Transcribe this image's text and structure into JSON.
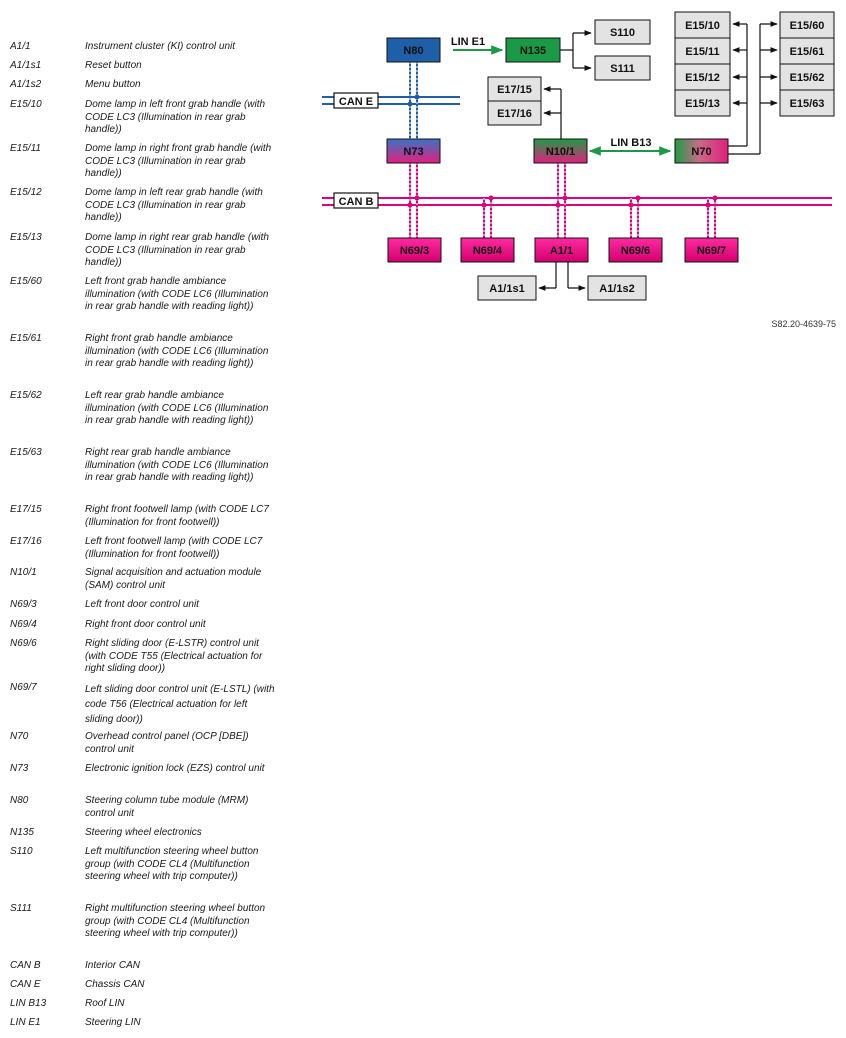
{
  "legend": [
    {
      "code": "A1/1",
      "desc": "Instrument cluster (KI) control unit"
    },
    {
      "code": "A1/1s1",
      "desc": "Reset button"
    },
    {
      "code": "A1/1s2",
      "desc": "Menu button"
    },
    {
      "code": "E15/10",
      "desc": "Dome lamp in left front grab handle (with CODE LC3 (Illumination in rear grab handle))"
    },
    {
      "code": "E15/11",
      "desc": "Dome lamp in right front grab handle (with CODE LC3 (Illumination in rear grab handle))"
    },
    {
      "code": "E15/12",
      "desc": "Dome lamp in left rear grab handle (with CODE LC3 (Illumination in rear grab handle))"
    },
    {
      "code": "E15/13",
      "desc": "Dome lamp in right rear grab handle (with CODE LC3 (Illumination in rear grab handle))"
    },
    {
      "code": "E15/60",
      "desc": "Left front grab handle ambiance illumination (with CODE LC6 (Illumination in rear grab handle with reading light))"
    },
    {
      "code": "E15/61",
      "desc": "Right front grab handle ambiance illumination (with CODE LC6 (Illumination in rear grab handle with reading light))"
    },
    {
      "code": "E15/62",
      "desc": "Left rear grab handle ambiance illumination (with CODE LC6 (Illumination in rear grab handle with reading light))"
    },
    {
      "code": "E15/63",
      "desc": "Right rear grab handle ambiance illumination (with CODE LC6 (Illumination in rear grab handle with reading light))"
    },
    {
      "code": "E17/15",
      "desc": "Right front footwell lamp (with CODE LC7 (Illumination for front footwell))"
    },
    {
      "code": "E17/16",
      "desc": "Left front footwell lamp (with CODE LC7 (Illumination for front footwell))"
    },
    {
      "code": "N10/1",
      "desc": "Signal acquisition and actuation module (SAM) control unit"
    },
    {
      "code": "N69/3",
      "desc": "Left front door control unit"
    },
    {
      "code": "N69/4",
      "desc": "Right front door control unit"
    },
    {
      "code": "N69/6",
      "desc": "Right sliding door (E-LSTR) control unit (with CODE T55 (Electrical actuation for right sliding door))"
    },
    {
      "code": "N69/7",
      "desc": "Left sliding door control unit (E-LSTL) (with code T56 (Electrical actuation for left sliding door))"
    },
    {
      "code": "N70",
      "desc": "Overhead control panel (OCP [DBE]) control unit"
    },
    {
      "code": "N73",
      "desc": "Electronic ignition lock (EZS) control unit"
    },
    {
      "code": "N80",
      "desc": "Steering column tube module (MRM) control unit"
    },
    {
      "code": "N135",
      "desc": "Steering wheel electronics"
    },
    {
      "code": "S110",
      "desc": "Left multifunction steering wheel button group (with CODE CL4 (Multifunction steering wheel with trip computer))"
    },
    {
      "code": "S111",
      "desc": "Right multifunction steering wheel button group (with CODE CL4 (Multifunction steering wheel with trip computer))"
    },
    {
      "code": "CAN B",
      "desc": "Interior CAN"
    },
    {
      "code": "CAN E",
      "desc": "Chassis CAN"
    },
    {
      "code": "LIN B13",
      "desc": "Roof LIN"
    },
    {
      "code": "LIN E1",
      "desc": "Steering LIN"
    }
  ],
  "diagram": {
    "buses": {
      "can_e": "CAN E",
      "can_b": "CAN B",
      "lin_e1": "LIN E1",
      "lin_b13": "LIN B13"
    },
    "nodes": {
      "n80": "N80",
      "n135": "N135",
      "s110": "S110",
      "s111": "S111",
      "e17_15": "E17/15",
      "e17_16": "E17/16",
      "n73": "N73",
      "n10_1": "N10/1",
      "n70": "N70",
      "e15_10": "E15/10",
      "e15_11": "E15/11",
      "e15_12": "E15/12",
      "e15_13": "E15/13",
      "e15_60": "E15/60",
      "e15_61": "E15/61",
      "e15_62": "E15/62",
      "e15_63": "E15/63",
      "n69_3": "N69/3",
      "n69_4": "N69/4",
      "a1_1": "A1/1",
      "n69_6": "N69/6",
      "n69_7": "N69/7",
      "a1_1s1": "A1/1s1",
      "a1_1s2": "A1/1s2"
    },
    "reference": "S82.20-4639-75",
    "colors": {
      "can_b": "#e0007a",
      "can_e": "#1f5fa8",
      "lin": "#1a9a46",
      "gray_box": "#e3e3e3"
    }
  }
}
